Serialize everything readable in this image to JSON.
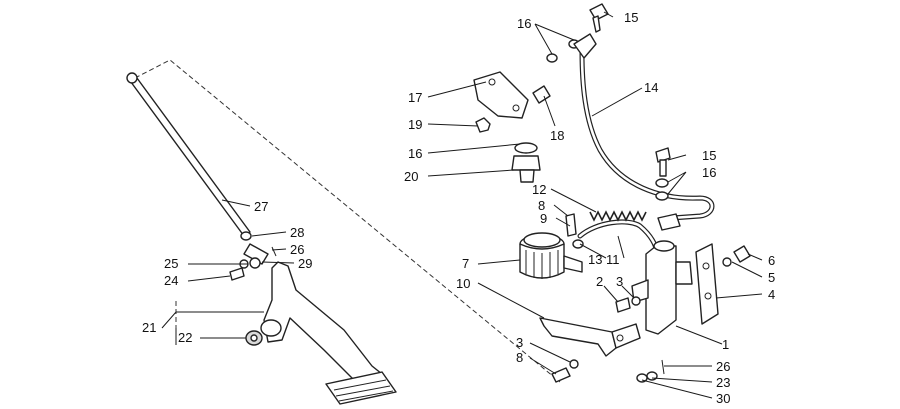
{
  "labels": {
    "l1": "1",
    "l2": "2",
    "l3a": "3",
    "l3b": "3",
    "l4": "4",
    "l5": "5",
    "l6": "6",
    "l7": "7",
    "l8a": "8",
    "l8b": "8",
    "l9": "9",
    "l10": "10",
    "l11": "11",
    "l12": "12",
    "l13": "13",
    "l14": "14",
    "l15a": "15",
    "l15b": "15",
    "l16a": "16",
    "l16b": "16",
    "l16c": "16",
    "l17": "17",
    "l18": "18",
    "l19": "19",
    "l20": "20",
    "l21": "21",
    "l22": "22",
    "l23": "23",
    "l24": "24",
    "l25": "25",
    "l26a": "26",
    "l26b": "26",
    "l27": "27",
    "l28": "28",
    "l29": "29",
    "l30": "30"
  }
}
